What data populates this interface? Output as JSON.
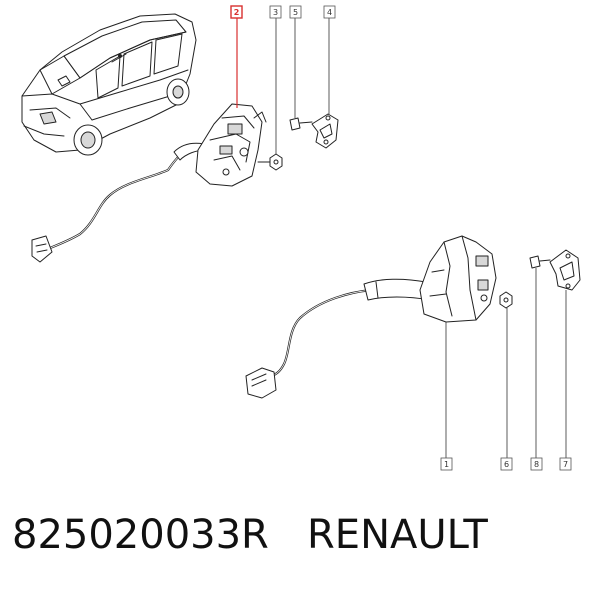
{
  "callouts": [
    {
      "id": "callout-2",
      "label": "2",
      "highlighted": true
    },
    {
      "id": "callout-3",
      "label": "3",
      "highlighted": false
    },
    {
      "id": "callout-5",
      "label": "5",
      "highlighted": false
    },
    {
      "id": "callout-4",
      "label": "4",
      "highlighted": false
    },
    {
      "id": "callout-1",
      "label": "1",
      "highlighted": false
    },
    {
      "id": "callout-6",
      "label": "6",
      "highlighted": false
    },
    {
      "id": "callout-8",
      "label": "8",
      "highlighted": false
    },
    {
      "id": "callout-7",
      "label": "7",
      "highlighted": false
    }
  ],
  "caption": {
    "part_number": "825020033R",
    "brand": "RENAULT"
  },
  "colors": {
    "highlight": "#d9302f",
    "linework": "#222222"
  }
}
